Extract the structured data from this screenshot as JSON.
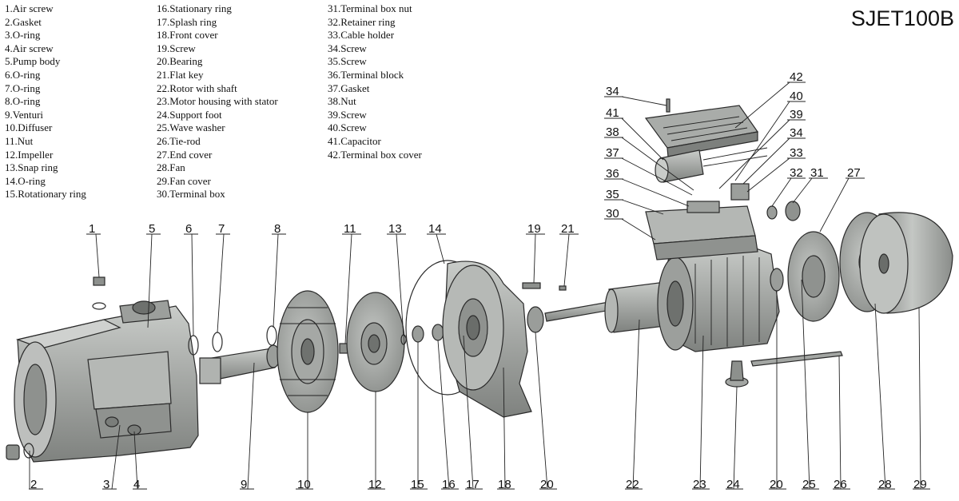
{
  "model": "SJET100B",
  "legend": {
    "column_1": [
      "1.Air screw",
      "2.Gasket",
      "3.O-ring",
      "4.Air screw",
      "5.Pump body",
      "6.O-ring",
      "7.O-ring",
      "8.O-ring",
      "9.Venturi",
      "10.Diffuser",
      "11.Nut",
      "12.Impeller",
      "13.Snap ring",
      "14.O-ring",
      "15.Rotationary ring"
    ],
    "column_2": [
      "16.Stationary ring",
      "17.Splash ring",
      "18.Front cover",
      "19.Screw",
      "20.Bearing",
      "21.Flat key",
      "22.Rotor with shaft",
      "23.Motor housing with stator",
      "24.Support foot",
      "25.Wave washer",
      "26.Tie-rod",
      "27.End cover",
      "28.Fan",
      "29.Fan cover",
      "30.Terminal box"
    ],
    "column_3": [
      "31.Terminal box nut",
      "32.Retainer ring",
      "33.Cable holder",
      "34.Screw",
      "35.Screw",
      "36.Terminal block",
      "37.Gasket",
      "38.Nut",
      "39.Screw",
      "40.Screw",
      "41.Capacitor",
      "42.Terminal box cover"
    ]
  },
  "callouts": {
    "c1": "1",
    "c2": "2",
    "c3": "3",
    "c4": "4",
    "c5": "5",
    "c6": "6",
    "c7": "7",
    "c8": "8",
    "c9": "9",
    "c10": "10",
    "c11": "11",
    "c12": "12",
    "c13": "13",
    "c14": "14",
    "c15": "15",
    "c16": "16",
    "c17": "17",
    "c18": "18",
    "c19": "19",
    "c20a": "20",
    "c20b": "20",
    "c21": "21",
    "c22": "22",
    "c23": "23",
    "c24": "24",
    "c25": "25",
    "c26": "26",
    "c27": "27",
    "c28": "28",
    "c29": "29",
    "c30": "30",
    "c31": "31",
    "c32": "32",
    "c33": "33",
    "c34a": "34",
    "c34b": "34",
    "c35": "35",
    "c36": "36",
    "c37": "37",
    "c38": "38",
    "c39": "39",
    "c40": "40",
    "c41": "41",
    "c42": "42"
  },
  "colors": {
    "part_fill": "#a7aaa7",
    "part_dark": "#7d807d",
    "part_light": "#cfd1cf",
    "line": "#222222"
  }
}
